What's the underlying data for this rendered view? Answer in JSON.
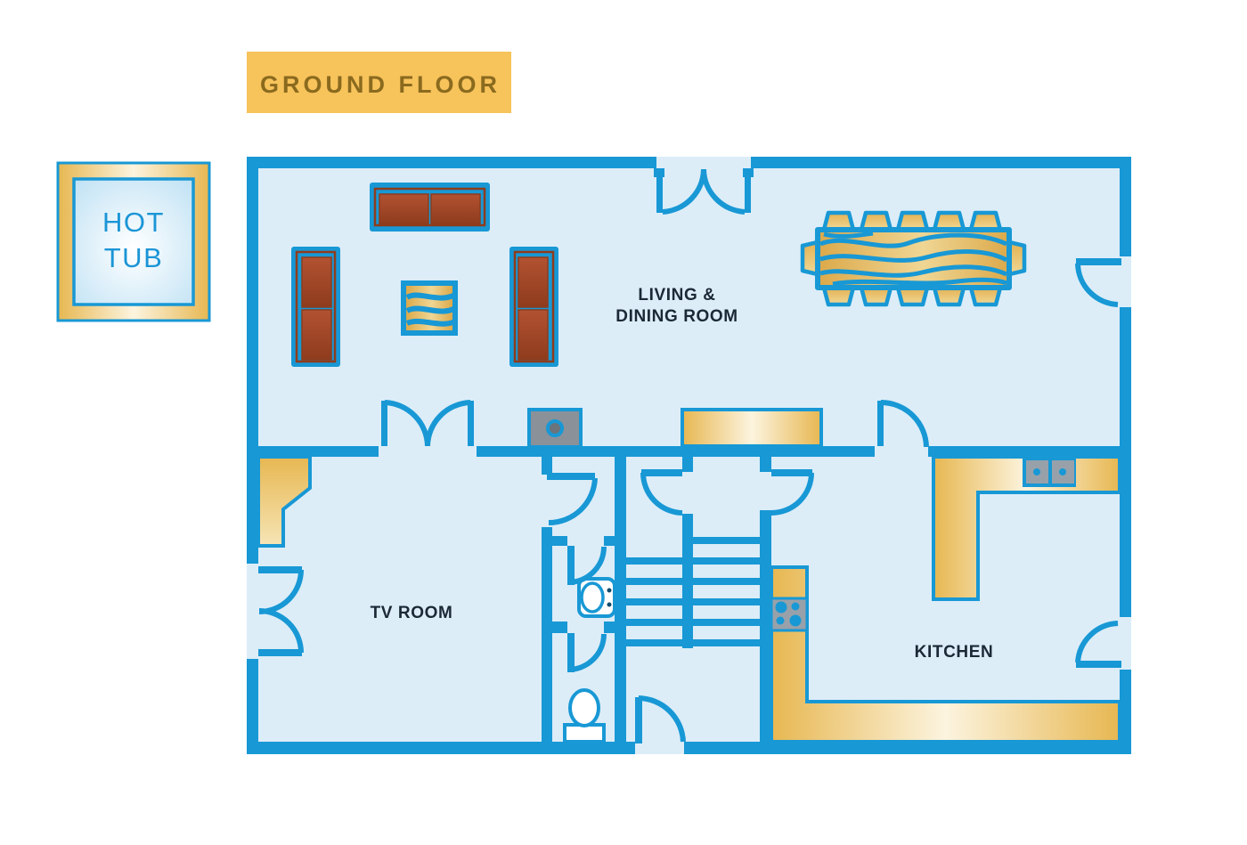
{
  "banner": {
    "label": "GROUND FLOOR",
    "bg_color": "#F7C35B",
    "text_color": "#8A6A1E"
  },
  "hot_tub": {
    "line1": "HOT",
    "line2": "TUB",
    "text_color": "#1B95D6"
  },
  "room_labels": {
    "living_line1": "LIVING &",
    "living_line2": "DINING ROOM",
    "tv": "TV ROOM",
    "kitchen": "KITCHEN",
    "text_color": "#1B2836"
  },
  "palette": {
    "wall_blue": "#1898D5",
    "floor_blue": "#DCEDF8",
    "wood_gold": "#E7B751",
    "cushion_red": "#AE4F2E",
    "appliance_gray": "#98A1A9"
  },
  "furniture": {
    "living_dining": [
      "sofa",
      "armchair-left",
      "armchair-right",
      "coffee-table",
      "dining-table",
      "dining-chairs",
      "tv-unit",
      "sideboard"
    ],
    "kitchen": [
      "l-counter",
      "double-sink",
      "hob",
      "bottom-counter"
    ],
    "bathroom": [
      "basin",
      "toilet"
    ],
    "hall": [
      "staircase",
      "front-door"
    ],
    "outside": [
      "hot-tub"
    ]
  }
}
